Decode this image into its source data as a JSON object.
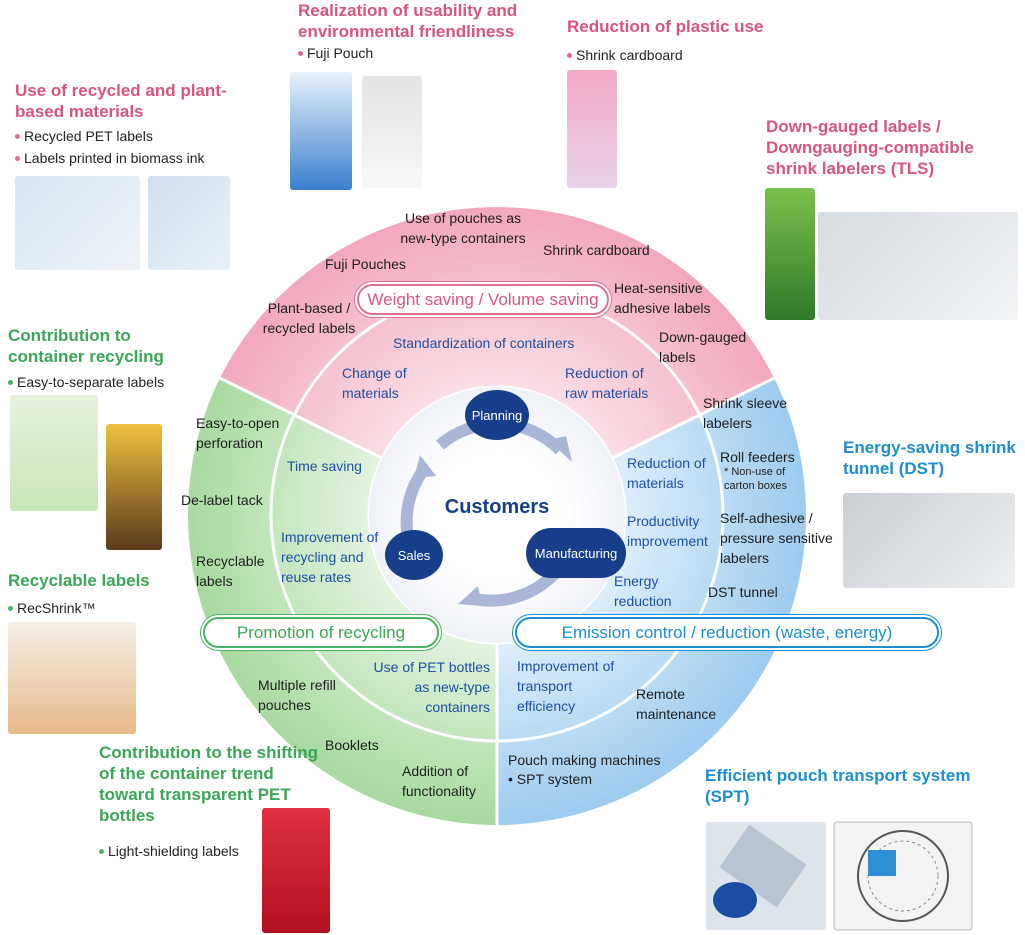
{
  "sections": {
    "recycled": {
      "title": "Use of recycled and plant-based materials",
      "bullets": [
        "Recycled PET labels",
        "Labels printed in biomass ink"
      ]
    },
    "usability": {
      "title": "Realization of usability and environmental friendliness",
      "bullets": [
        "Fuji Pouch"
      ]
    },
    "plastic": {
      "title": "Reduction of plastic use",
      "bullets": [
        "Shrink cardboard"
      ]
    },
    "downgauged": {
      "title": "Down-gauged labels / Downgauging-compatible shrink labelers (TLS)"
    },
    "container_recycling": {
      "title": "Contribution to container recycling",
      "bullets": [
        "Easy-to-separate labels"
      ]
    },
    "energy": {
      "title": "Energy-saving shrink tunnel (DST)"
    },
    "recyclable": {
      "title": "Recyclable labels",
      "bullets": [
        "RecShrink™"
      ]
    },
    "transparent": {
      "title": "Contribution to the shifting of the container trend toward transparent PET bottles",
      "bullets": [
        "Light-shielding labels"
      ]
    },
    "spt": {
      "title": "Efficient pouch transport system (SPT)"
    }
  },
  "wheel": {
    "center": "Customers",
    "nodes": {
      "planning": "Planning",
      "sales": "Sales",
      "manufacturing": "Manufacturing"
    },
    "pills": {
      "weight": "Weight saving / Volume saving",
      "recycling": "Promotion of recycling",
      "emission": "Emission control / reduction (waste, energy)"
    },
    "outer_pink": [
      "Use of pouches as new-type containers",
      "Shrink cardboard",
      "Fuji Pouches",
      "Heat-sensitive adhesive labels",
      "Plant-based / recycled labels",
      "Down-gauged labels"
    ],
    "outer_green": [
      "Easy-to-open perforation",
      "De-label tack",
      "Recyclable labels",
      "Multiple refill pouches",
      "Booklets",
      "Addition of functionality"
    ],
    "outer_blue": [
      "Shrink sleeve labelers",
      "Roll feeders",
      "* Non-use of carton boxes",
      "Self-adhesive / pressure sensitive labelers",
      "DST tunnel",
      "Remote maintenance",
      "Pouch making machines",
      "• SPT system"
    ],
    "inner_pink": [
      "Standardization of containers",
      "Change of materials",
      "Reduction of raw materials"
    ],
    "inner_green": [
      "Time saving",
      "Improvement of recycling and reuse rates",
      "Use of PET bottles as new-type containers"
    ],
    "inner_blue": [
      "Reduction of materials",
      "Productivity improvement",
      "Energy reduction",
      "Improvement of transport efficiency"
    ]
  },
  "colors": {
    "pink": "#d9557a",
    "green": "#3aa657",
    "blue": "#1c8ed1",
    "navy": "#163e8a"
  }
}
